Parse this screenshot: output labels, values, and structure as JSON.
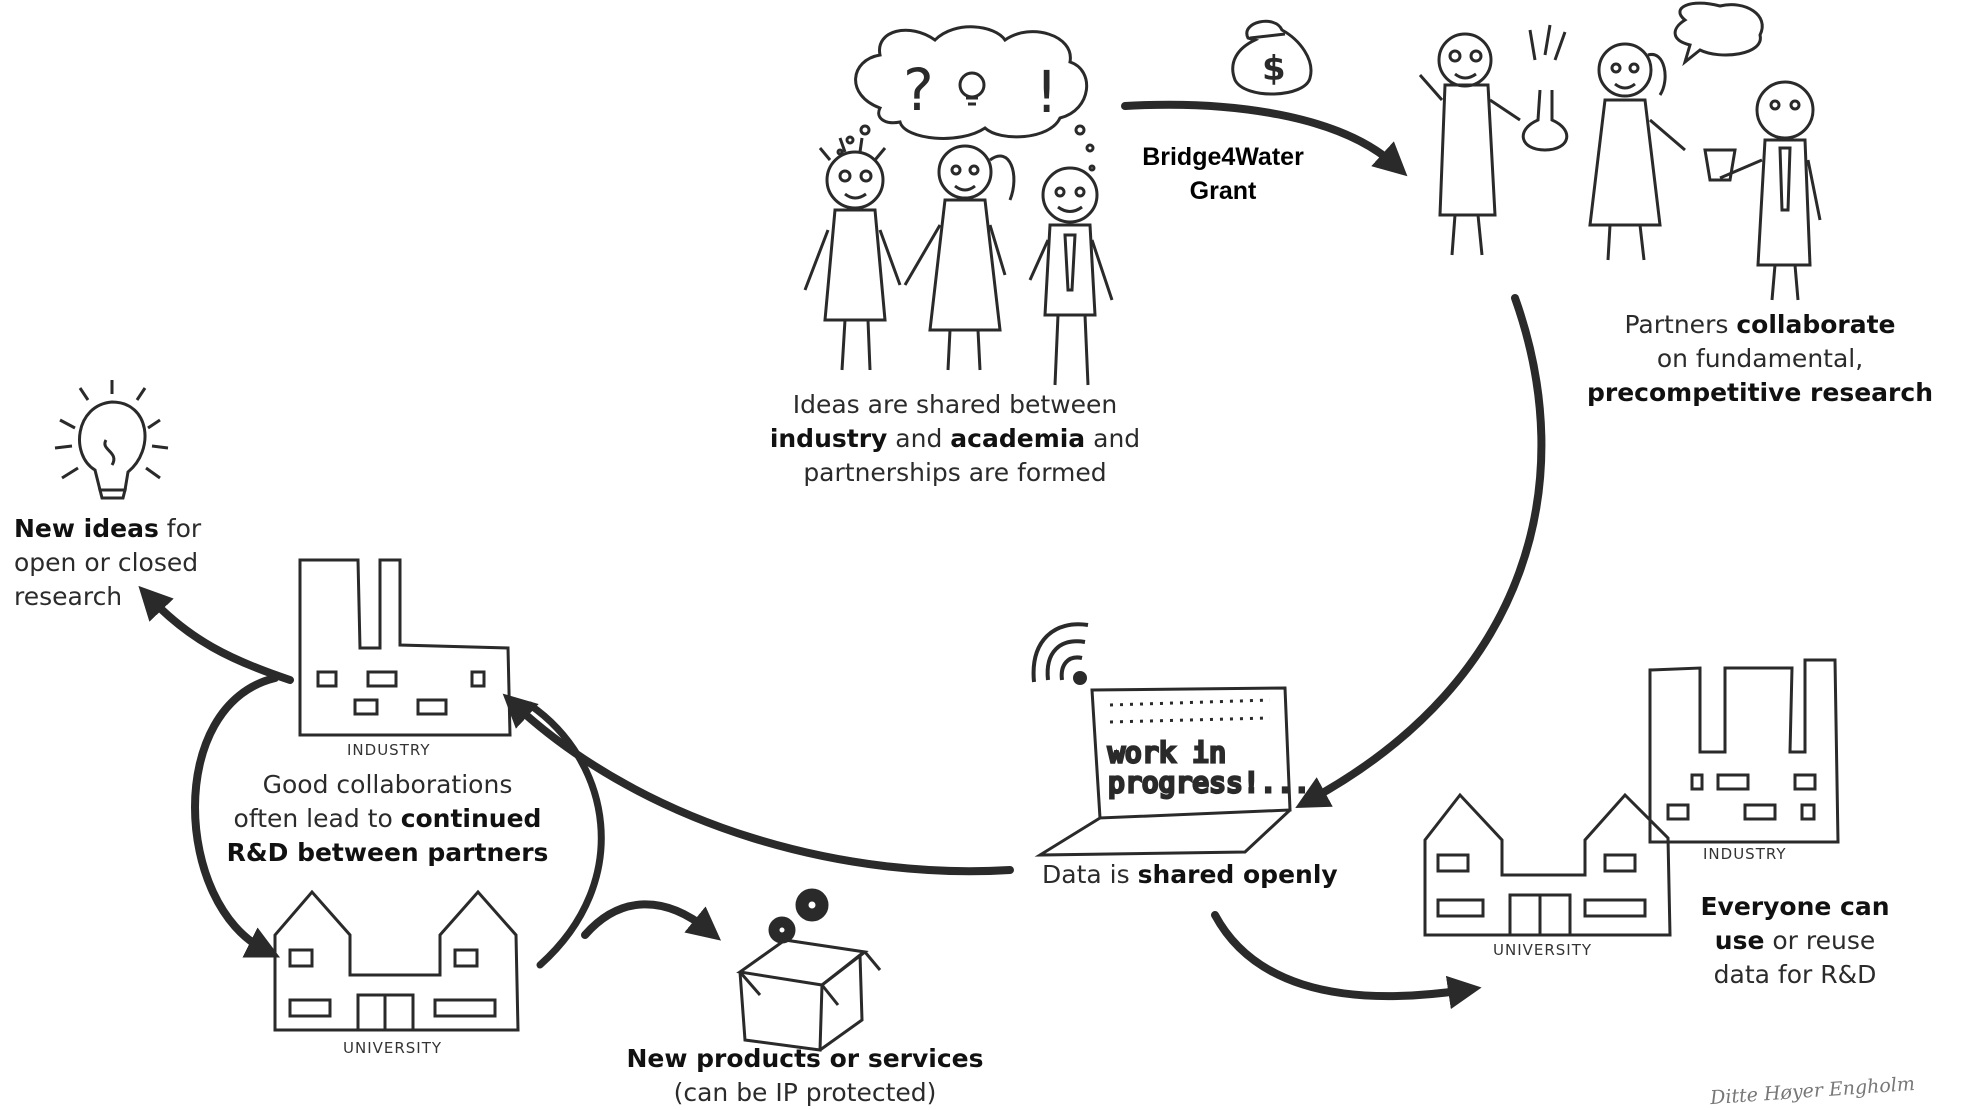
{
  "grant": {
    "line1": "Bridge4Water",
    "line2": "Grant"
  },
  "money_symbol": "$",
  "step_ideas": {
    "t1": "Ideas are shared between",
    "b1": "industry",
    "t2": " and ",
    "b2": "academia",
    "t3": " and",
    "t4": "partnerships are formed"
  },
  "step_collaborate": {
    "t1": "Partners ",
    "b1": "collaborate",
    "t2": "on fundamental,",
    "b2": "precompetitive research"
  },
  "step_data": {
    "t1": "Data is ",
    "b1": "shared openly"
  },
  "laptop": {
    "line1": "work in",
    "line2": "progress!..."
  },
  "step_everyone": {
    "b1": "Everyone can",
    "b2": "use",
    "t1": " or reuse",
    "t2": "data for R&D"
  },
  "step_products": {
    "b1": "New products or services",
    "t1": "(can be IP protected)"
  },
  "step_continued": {
    "t1": "Good collaborations",
    "t2": "often lead to ",
    "b1": "continued",
    "b2": "R&D between partners"
  },
  "step_new_ideas": {
    "b1": "New ideas",
    "t1": " for",
    "t2": "open or closed",
    "t3": "research"
  },
  "labels": {
    "industry": "INDUSTRY",
    "university": "UNIVERSITY"
  },
  "thought_marks": {
    "question": "?",
    "exclaim": "!"
  },
  "signature": "Ditte Høyer Engholm",
  "colors": {
    "ink": "#2a2a2a",
    "background": "#ffffff"
  }
}
